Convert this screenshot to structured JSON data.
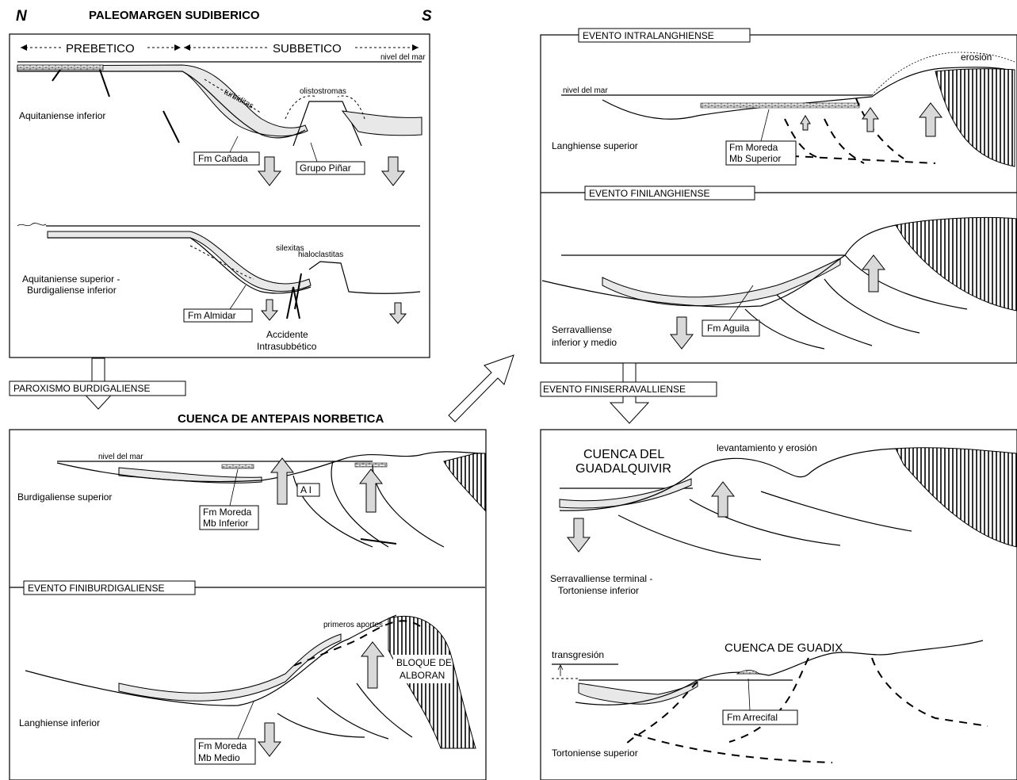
{
  "header": {
    "north": "N",
    "south": "S",
    "title": "PALEOMARGEN SUDIBERICO",
    "prebetico": "PREBETICO",
    "subbetico": "SUBBETICO"
  },
  "panel1": {
    "nivel_mar": "nivel del mar",
    "turbiditas": "turbiditas",
    "olistostromas": "olistostromas",
    "stage1": "Aquitaniense inferior",
    "fm_canada": "Fm Cañada",
    "grupo_pinar": "Grupo Piñar",
    "silexitas": "silexitas",
    "hialoclastitas": "hialoclastitas",
    "stage2_line1": "Aquitaniense superior -",
    "stage2_line2": "Burdigaliense inferior",
    "fm_almidar": "Fm Almidar",
    "accidente_1": "Accidente",
    "accidente_2": "Intrasubbético"
  },
  "paroxismo": "PAROXISMO BURDIGALIENSE",
  "cuenca_antepais": "CUENCA DE ANTEPAIS NORBETICA",
  "panel2": {
    "nivel_mar": "nivel del mar",
    "stage": "Burdigaliense superior",
    "ai": "A I",
    "fm_moreda_1": "Fm Moreda",
    "fm_moreda_2": "Mb Inferior"
  },
  "evento_finiburdigaliense": "EVENTO FINIBURDIGALIENSE",
  "panel3": {
    "primeros_aportes": "primeros aportes",
    "bloque_1": "BLOQUE DE",
    "bloque_2": "ALBORAN",
    "stage": "Langhiense inferior",
    "fm_moreda_1": "Fm Moreda",
    "fm_moreda_2": "Mb Medio"
  },
  "evento_intralanghiense": "EVENTO INTRALANGHIENSE",
  "panel4": {
    "erosion": "erosión",
    "nivel_mar": "nivel del mar",
    "stage": "Langhiense superior",
    "fm_moreda_1": "Fm Moreda",
    "fm_moreda_2": "Mb Superior"
  },
  "evento_finilanghiense": "EVENTO FINILANGHIENSE",
  "panel5": {
    "stage_1": "Serravalliense",
    "stage_2": "inferior y medio",
    "fm_aguila": "Fm Aguila"
  },
  "evento_finiserravalliense": "EVENTO FINISERRAVALLIENSE",
  "panel6": {
    "cuenca_1": "CUENCA DEL",
    "cuenca_2": "GUADALQUIVIR",
    "levantamiento": "levantamiento y erosión",
    "stage_1": "Serravalliense terminal -",
    "stage_2": "Tortoniense inferior",
    "cuenca_guadix": "CUENCA DE GUADIX",
    "transgresion": "transgresión",
    "fm_arrecifal": "Fm Arrecifal",
    "stage_3": "Tortoniense superior"
  }
}
